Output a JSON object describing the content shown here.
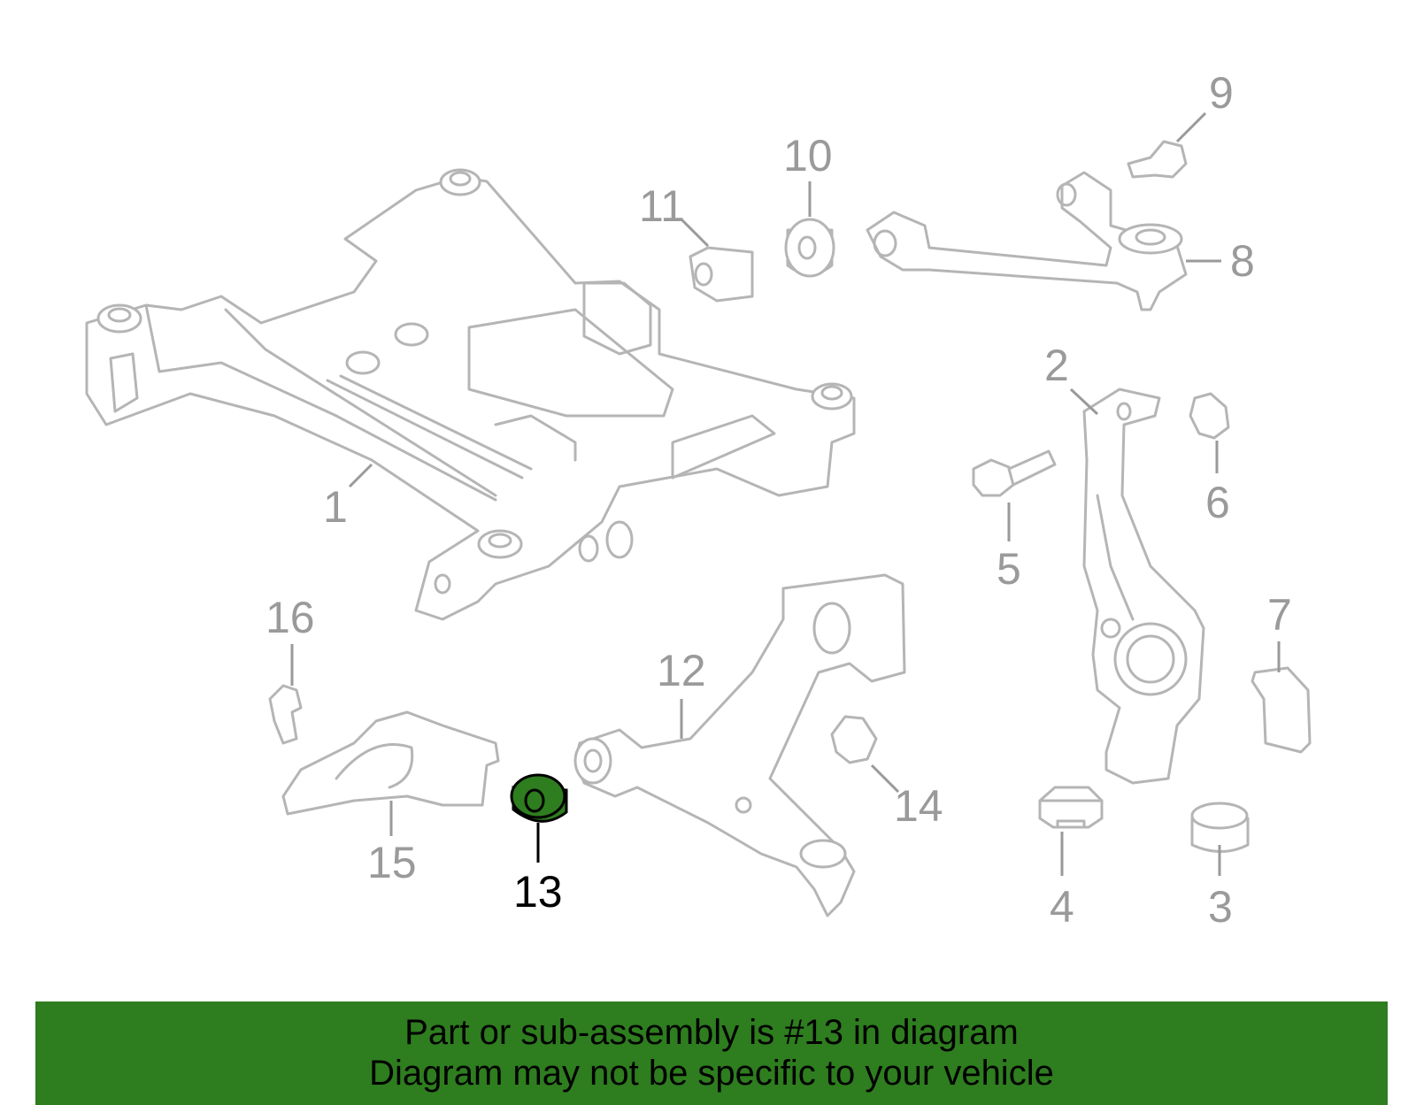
{
  "diagram": {
    "highlight_color": "#2e7d1f",
    "highlighted_part": "13",
    "callouts": [
      {
        "id": "c1",
        "label": "1"
      },
      {
        "id": "c2",
        "label": "2"
      },
      {
        "id": "c3",
        "label": "3"
      },
      {
        "id": "c4",
        "label": "4"
      },
      {
        "id": "c5",
        "label": "5"
      },
      {
        "id": "c6",
        "label": "6"
      },
      {
        "id": "c7",
        "label": "7"
      },
      {
        "id": "c8",
        "label": "8"
      },
      {
        "id": "c9",
        "label": "9"
      },
      {
        "id": "c10",
        "label": "10"
      },
      {
        "id": "c11",
        "label": "11"
      },
      {
        "id": "c12",
        "label": "12"
      },
      {
        "id": "c13",
        "label": "13"
      },
      {
        "id": "c14",
        "label": "14"
      },
      {
        "id": "c15",
        "label": "15"
      },
      {
        "id": "c16",
        "label": "16"
      }
    ]
  },
  "banner": {
    "line1": "Part or sub-assembly is #13 in diagram",
    "line2": "Diagram may not be specific to your vehicle",
    "background": "#2e7d1f"
  }
}
